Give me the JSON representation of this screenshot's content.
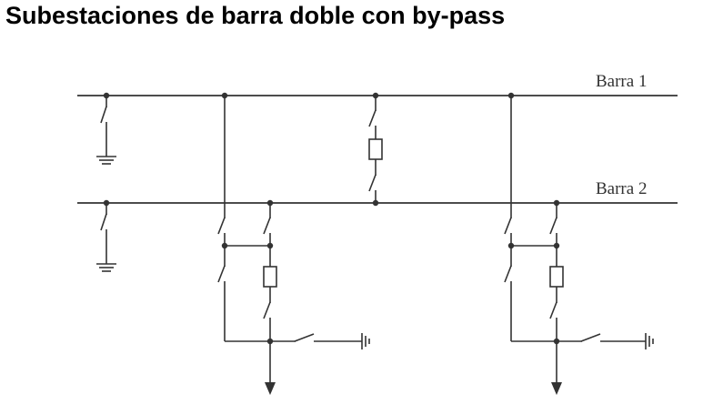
{
  "title": "Subestaciones de barra doble con by-pass",
  "diagram": {
    "bus_labels": [
      "Barra 1",
      "Barra 2"
    ],
    "line_color": "#333333"
  }
}
